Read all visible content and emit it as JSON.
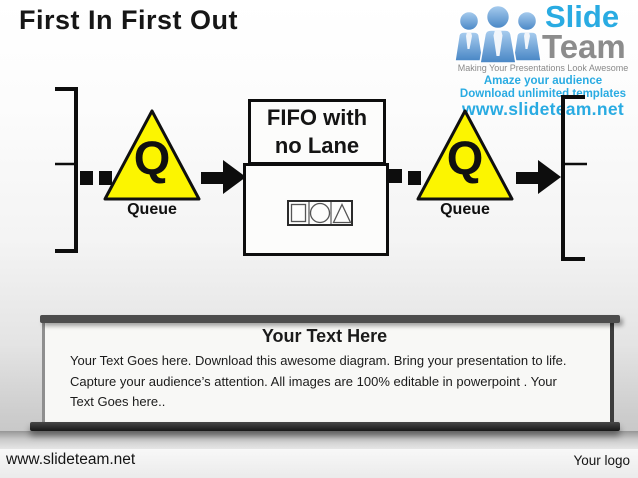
{
  "slide_title": "First In First Out",
  "logo": {
    "brand_top": "Slide",
    "brand_bottom": "Team",
    "tagline": "Making Your Presentations Look Awesome",
    "promo_line1": "Amaze your audience",
    "promo_line2": "Download unlimited templates",
    "promo_url": "www.slideteam.net",
    "people_icon": "people-group-icon",
    "colors": {
      "brand_blue": "#29ABE2",
      "brand_gray": "#8C8C8C"
    }
  },
  "diagram": {
    "queue_left": {
      "symbol": "Q",
      "label": "Queue"
    },
    "queue_right": {
      "symbol": "Q",
      "label": "Queue"
    },
    "center_box": {
      "title": "FIFO with no Lane",
      "shapes": [
        "square",
        "circle",
        "triangle"
      ]
    },
    "colors": {
      "queue_yellow": "#FCF500",
      "connector_black": "#0D0D0D"
    }
  },
  "textbox": {
    "heading": "Your Text Here",
    "body": "Your Text Goes here. Download this awesome diagram. Bring your presentation to life. Capture your audience’s attention. All images are 100% editable in powerpoint . Your Text Goes here.."
  },
  "footer": {
    "website": "www.slideteam.net",
    "logo_placeholder": "Your logo"
  }
}
